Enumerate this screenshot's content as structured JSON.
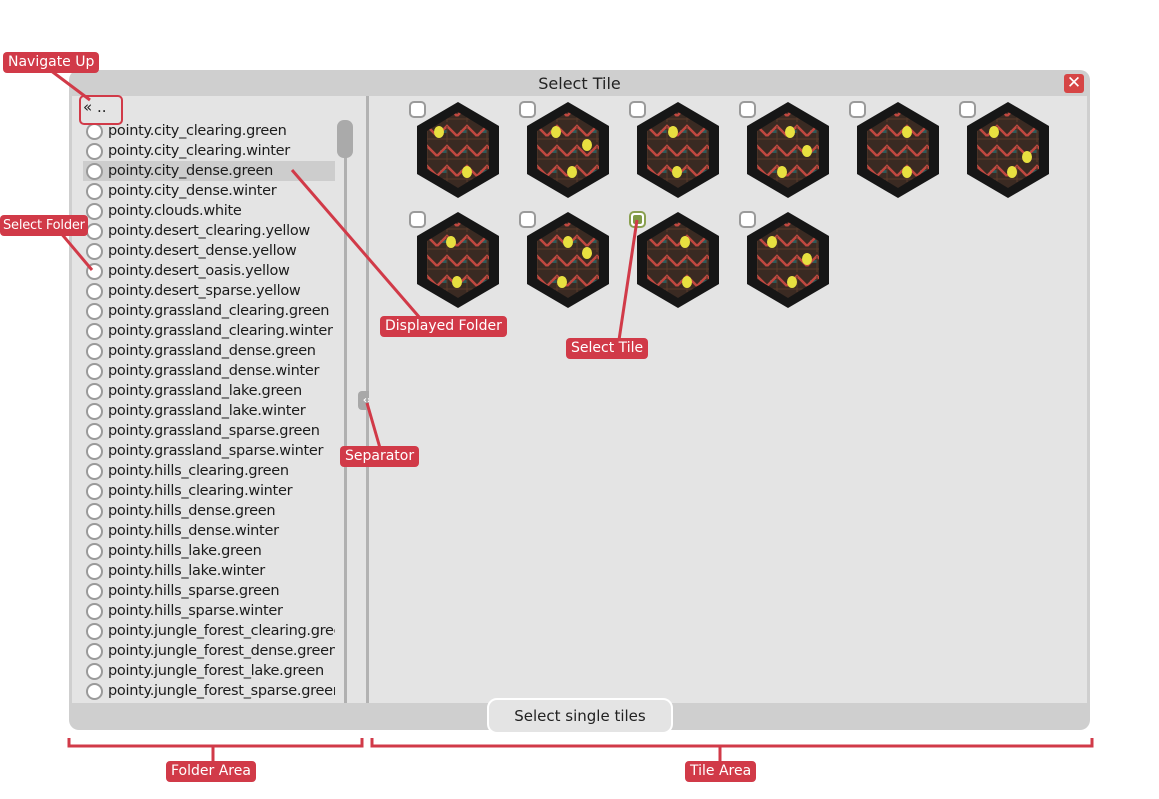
{
  "window": {
    "title": "Select Tile",
    "close_icon": "close-icon",
    "close_color": "#d64545"
  },
  "folders": {
    "up_label": "« ..",
    "items": [
      "pointy.city_clearing.green",
      "pointy.city_clearing.winter",
      "pointy.city_dense.green",
      "pointy.city_dense.winter",
      "pointy.clouds.white",
      "pointy.desert_clearing.yellow",
      "pointy.desert_dense.yellow",
      "pointy.desert_oasis.yellow",
      "pointy.desert_sparse.yellow",
      "pointy.grassland_clearing.green",
      "pointy.grassland_clearing.winter",
      "pointy.grassland_dense.green",
      "pointy.grassland_dense.winter",
      "pointy.grassland_lake.green",
      "pointy.grassland_lake.winter",
      "pointy.grassland_sparse.green",
      "pointy.grassland_sparse.winter",
      "pointy.hills_clearing.green",
      "pointy.hills_clearing.winter",
      "pointy.hills_dense.green",
      "pointy.hills_dense.winter",
      "pointy.hills_lake.green",
      "pointy.hills_lake.winter",
      "pointy.hills_sparse.green",
      "pointy.hills_sparse.winter",
      "pointy.jungle_forest_clearing.green",
      "pointy.jungle_forest_dense.green",
      "pointy.jungle_forest_lake.green",
      "pointy.jungle_forest_sparse.green"
    ],
    "displayed_index": 2
  },
  "tiles": {
    "count": 10,
    "selected": [
      8
    ],
    "selected_color": "#7f9a45"
  },
  "footer": {
    "mode_button": "Select single tiles"
  },
  "annotations": {
    "navigate_up": "Navigate Up",
    "select_folder": "Select Folder",
    "displayed_folder": "Displayed Folder",
    "select_tile": "Select Tile",
    "separator": "Separator",
    "folder_area": "Folder Area",
    "tile_area": "Tile Area",
    "color": "#d13a48"
  }
}
